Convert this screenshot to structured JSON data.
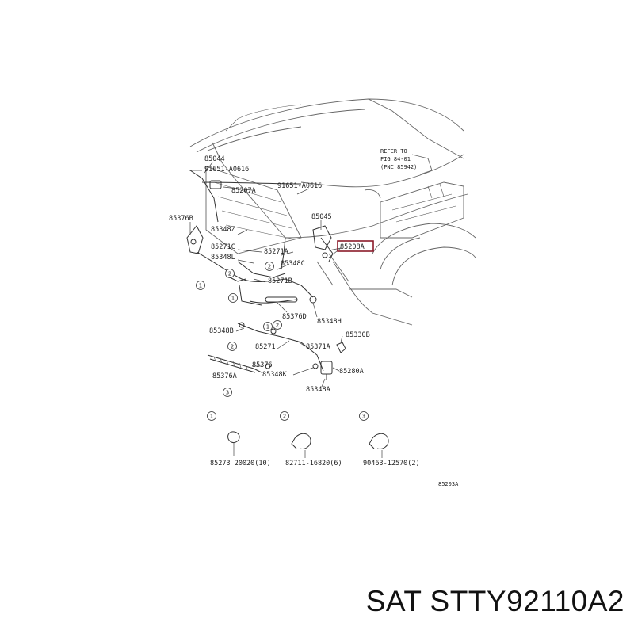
{
  "diagram": {
    "refer_note": [
      "REFER TO",
      "FIG 84-01",
      "(PNC 85942)"
    ],
    "highlight_color": "#8b1a2a",
    "labels": {
      "l_85044": "85044",
      "l_91651_a": "91651-A0616",
      "l_85207a": "85207A",
      "l_91651_b": "91651-A0616",
      "l_85376b": "85376B",
      "l_85045": "85045",
      "l_85348z": "85348Z",
      "l_85208a": "85208A",
      "l_85271c": "85271C",
      "l_85271a": "85271A",
      "l_85348l": "85348L",
      "l_85348c": "85348C",
      "l_85271b": "85271B",
      "l_85376d": "85376D",
      "l_85348h": "85348H",
      "l_85348b": "85348B",
      "l_85330b": "85330B",
      "l_85271": "85271",
      "l_85371a": "85371A",
      "l_85376": "85376",
      "l_85376a": "85376A",
      "l_85348k": "85348K",
      "l_85280a": "85280A",
      "l_85348a": "85348A",
      "l_85273": "85273  20020(10)",
      "l_82711": "82711-16820(6)",
      "l_90463": "90463-12570(2)",
      "l_code": "85203A"
    },
    "callouts": [
      "1",
      "1",
      "1",
      "2",
      "2",
      "2",
      "2",
      "3",
      "1",
      "2",
      "3"
    ]
  },
  "footer": {
    "text": "SAT STTY92110A2"
  }
}
